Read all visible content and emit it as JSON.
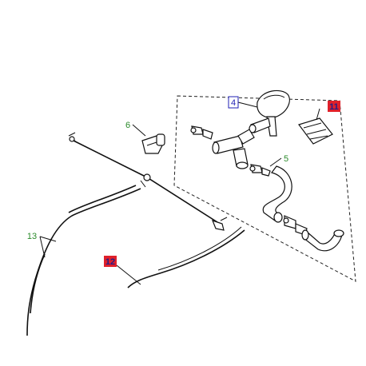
{
  "callouts": {
    "c4": {
      "label": "4",
      "color": "#1f1fb4",
      "box": "outline-blue"
    },
    "c5": {
      "label": "5",
      "color": "#2a8a2a",
      "box": "none"
    },
    "c6": {
      "label": "6",
      "color": "#2a8a2a",
      "box": "none"
    },
    "c11": {
      "label": "11",
      "color": "#1f1f8a",
      "box": "filled-red",
      "fill": "#e0202a"
    },
    "c12": {
      "label": "12",
      "color": "#1f1f8a",
      "box": "filled-red",
      "fill": "#e0202a"
    },
    "c13": {
      "label": "13",
      "color": "#2a8a2a",
      "box": "none"
    }
  }
}
